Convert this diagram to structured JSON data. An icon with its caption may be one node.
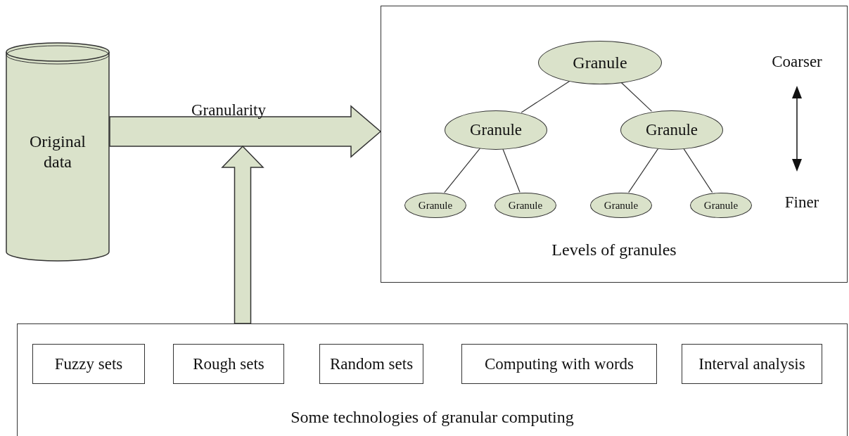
{
  "diagram": {
    "nodes": [
      {
        "text": [
          "Original data"
        ]
      },
      {
        "text": [
          "Levels of granules"
        ]
      },
      {
        "text": [
          "Granule"
        ],
        "in": 1
      },
      {
        "text": [
          "Granule"
        ],
        "in": 1
      },
      {
        "text": [
          "Granule"
        ],
        "in": 1
      },
      {
        "text": [
          "Granule"
        ],
        "in": 1
      },
      {
        "text": [
          "Granule"
        ],
        "in": 1
      },
      {
        "text": [
          "Granule"
        ],
        "in": 1
      },
      {
        "text": [
          "Granule"
        ],
        "in": 1
      },
      {
        "text": [
          "Some technologies of granular computing"
        ]
      },
      {
        "text": [
          "Fuzzy sets"
        ],
        "in": 9
      },
      {
        "text": [
          "Rough sets"
        ],
        "in": 9
      },
      {
        "text": [
          "Random sets"
        ],
        "in": 9
      },
      {
        "text": [
          "Computing with words"
        ],
        "in": 9
      },
      {
        "text": [
          "Interval analysis"
        ],
        "in": 9
      }
    ],
    "edges": [
      {
        "from": 0,
        "to": 1,
        "arrow": "to",
        "label": "Granularity",
        "style": "thick"
      },
      {
        "from": 9,
        "to": null,
        "arrow": "to",
        "style": "thick"
      },
      {
        "from": 2,
        "to": 3,
        "arrow": "none"
      },
      {
        "from": 2,
        "to": 4,
        "arrow": "none"
      },
      {
        "from": 3,
        "to": 5,
        "arrow": "none"
      },
      {
        "from": 3,
        "to": 6,
        "arrow": "none"
      },
      {
        "from": 4,
        "to": 7,
        "arrow": "none"
      },
      {
        "from": 4,
        "to": 8,
        "arrow": "none"
      }
    ],
    "labels": [
      "Coarser",
      "Finer"
    ]
  }
}
